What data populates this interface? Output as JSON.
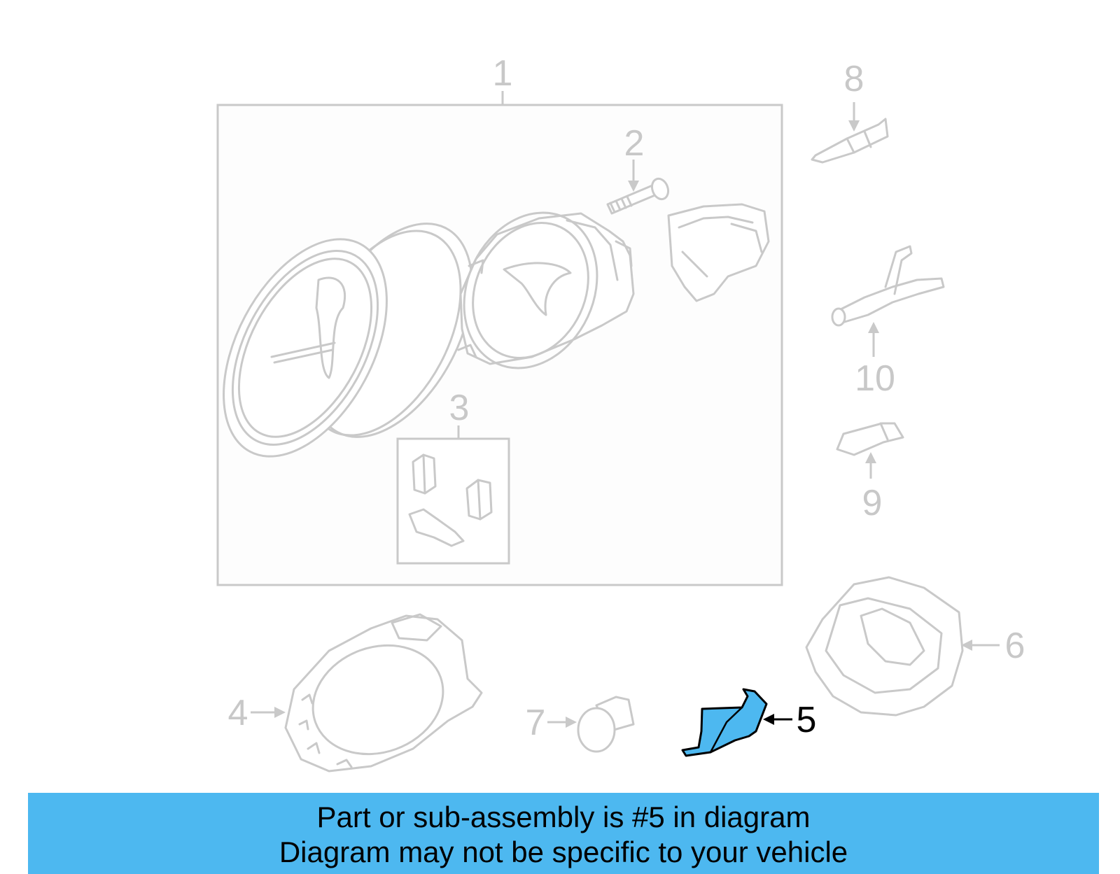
{
  "callouts": {
    "c1": "1",
    "c2": "2",
    "c3": "3",
    "c4": "4",
    "c5": "5",
    "c6": "6",
    "c7": "7",
    "c8": "8",
    "c9": "9",
    "c10": "10"
  },
  "highlight": {
    "part_number": "5",
    "color": "#4db8f0",
    "outline_color": "#000000"
  },
  "banner": {
    "line1": "Part or sub-assembly is #5 in diagram",
    "line2": "Diagram may not be specific to your vehicle",
    "background": "#4db8f0"
  }
}
